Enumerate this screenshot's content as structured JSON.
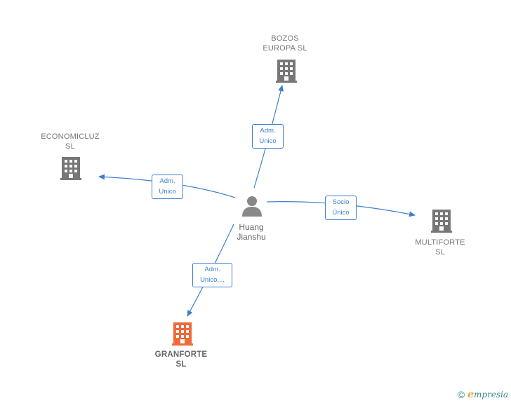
{
  "center": {
    "name_line1": "Huang",
    "name_line2": "Jianshu",
    "icon": "person-icon",
    "color": "#888888"
  },
  "companies": [
    {
      "id": "bozos",
      "line1": "BOZOS",
      "line2": "EUROPA SL",
      "icon": "building-icon",
      "color": "#777777"
    },
    {
      "id": "economicluz",
      "line1": "ECONOMICLUZ",
      "line2": "SL",
      "icon": "building-icon",
      "color": "#777777"
    },
    {
      "id": "multiforte",
      "line1": "MULTIFORTE",
      "line2": "SL",
      "icon": "building-icon",
      "color": "#777777"
    },
    {
      "id": "granforte",
      "line1": "GRANFORTE",
      "line2": "SL",
      "icon": "building-icon",
      "color": "#f06a3a",
      "highlight": true
    }
  ],
  "relations": [
    {
      "target": "bozos",
      "line1": "Adm.",
      "line2": "Unico"
    },
    {
      "target": "economicluz",
      "line1": "Adm.",
      "line2": "Unico"
    },
    {
      "target": "multiforte",
      "line1": "Socio",
      "line2": "Único"
    },
    {
      "target": "granforte",
      "line1": "Adm.",
      "line2": "Unico,..."
    }
  ],
  "edge_color": "#3d7fce",
  "footer": {
    "copyright_symbol": "©",
    "brand_first_letter": "e",
    "brand_rest": "mpresia"
  }
}
